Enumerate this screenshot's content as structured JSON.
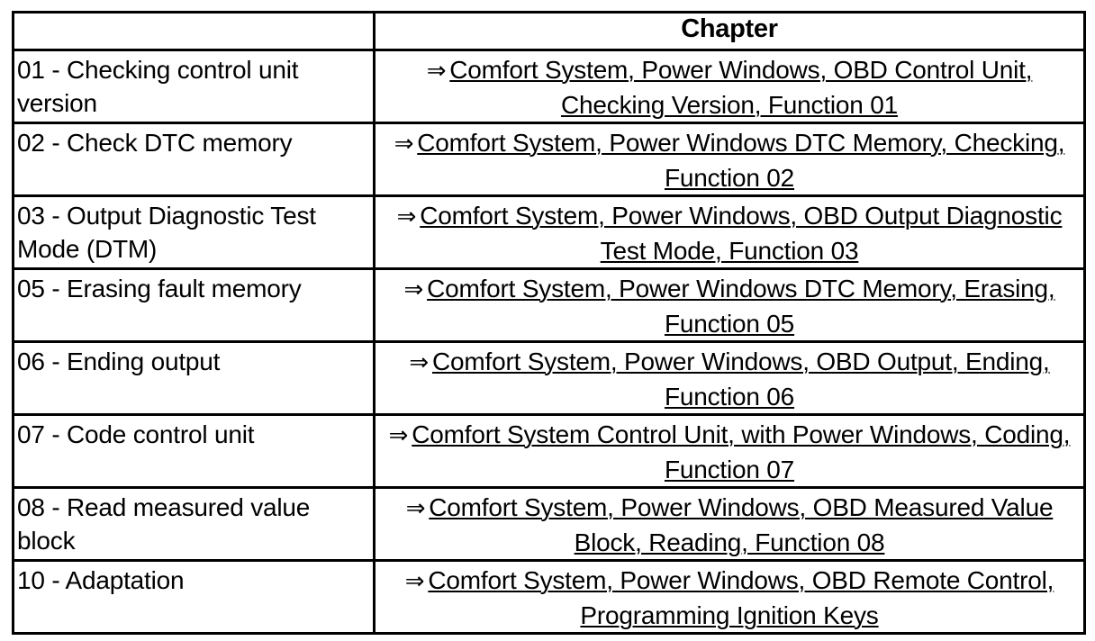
{
  "table": {
    "columns": [
      {
        "key": "function",
        "header": ""
      },
      {
        "key": "chapter",
        "header": "Chapter"
      }
    ],
    "arrow_icon": "⇒",
    "rows": [
      {
        "function": "01 - Checking control unit version",
        "chapter": "Comfort System, Power Windows, OBD Control Unit, Checking Version, Function 01"
      },
      {
        "function": "02 - Check DTC memory",
        "chapter": "Comfort System, Power Windows DTC Memory, Checking, Function 02"
      },
      {
        "function": "03 - Output Diagnostic Test Mode (DTM)",
        "chapter": "Comfort System, Power Windows, OBD Output Diagnostic Test Mode, Function 03"
      },
      {
        "function": "05 - Erasing fault memory",
        "chapter": "Comfort System, Power Windows DTC Memory, Erasing, Function 05"
      },
      {
        "function": "06 - Ending output",
        "chapter": "Comfort System, Power Windows, OBD Output, Ending, Function 06"
      },
      {
        "function": "07 - Code control unit",
        "chapter": "Comfort System Control Unit, with Power Windows, Coding, Function 07"
      },
      {
        "function": "08 - Read measured value block",
        "chapter": "Comfort System, Power Windows, OBD Measured Value Block, Reading, Function 08"
      },
      {
        "function": "10 - Adaptation",
        "chapter": "Comfort System, Power Windows, OBD Remote Control, Programming Ignition Keys"
      }
    ]
  },
  "style": {
    "border_color": "#000000",
    "text_color": "#000000",
    "background_color": "#ffffff"
  }
}
